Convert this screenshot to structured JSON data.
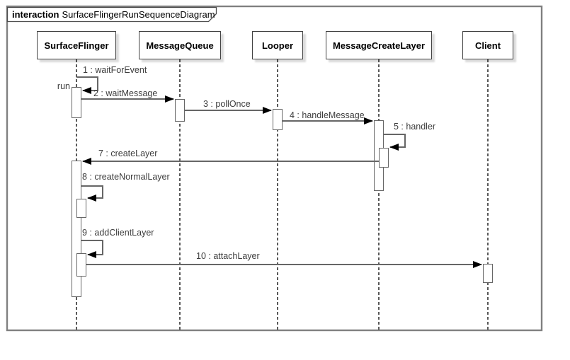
{
  "frame": {
    "keyword": "interaction",
    "title": "SurfaceFlingerRunSequenceDiagram"
  },
  "lifelines": [
    {
      "label": "SurfaceFlinger"
    },
    {
      "label": "MessageQueue"
    },
    {
      "label": "Looper"
    },
    {
      "label": "MessageCreateLayer"
    },
    {
      "label": "Client"
    }
  ],
  "messages": [
    {
      "label": "1 : waitForEvent",
      "kind": "self",
      "from": "SurfaceFlinger",
      "to": "SurfaceFlinger"
    },
    {
      "label": "2 : waitMessage",
      "kind": "sync",
      "from": "SurfaceFlinger",
      "to": "MessageQueue"
    },
    {
      "label": "3 : pollOnce",
      "kind": "sync",
      "from": "MessageQueue",
      "to": "Looper"
    },
    {
      "label": "4 : handleMessage",
      "kind": "sync",
      "from": "Looper",
      "to": "MessageCreateLayer"
    },
    {
      "label": "5 : handler",
      "kind": "self",
      "from": "MessageCreateLayer",
      "to": "MessageCreateLayer"
    },
    {
      "label": "7 : createLayer",
      "kind": "sync",
      "from": "MessageCreateLayer",
      "to": "SurfaceFlinger"
    },
    {
      "label": "8 : createNormalLayer",
      "kind": "self",
      "from": "SurfaceFlinger",
      "to": "SurfaceFlinger"
    },
    {
      "label": "9 : addClientLayer",
      "kind": "self",
      "from": "SurfaceFlinger",
      "to": "SurfaceFlinger"
    },
    {
      "label": "10 : attachLayer",
      "kind": "sync",
      "from": "SurfaceFlinger",
      "to": "Client"
    }
  ],
  "annotations": {
    "activation_label": "run"
  },
  "colors": {
    "background": "#ffffff",
    "frame_border": "#808080",
    "box_border": "#424242",
    "message_line": "#666666",
    "arrowhead": "#000000",
    "lifeline_dash": "#000000",
    "label_text": "#3d3d3d"
  }
}
